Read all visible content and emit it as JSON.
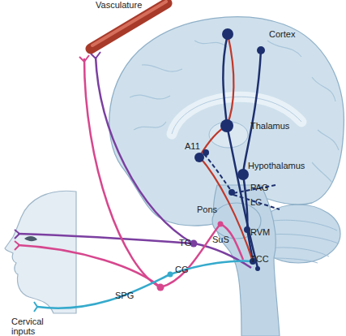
{
  "diagram": {
    "labels": [
      "Vasculature",
      "Cortex",
      "Thalamus",
      "A11",
      "Hypothalamus",
      "PAG",
      "LC",
      "Pons",
      "RVM",
      "SuS",
      "TG",
      "TCC",
      "SPG",
      "CG",
      "Cervical inputs"
    ]
  }
}
